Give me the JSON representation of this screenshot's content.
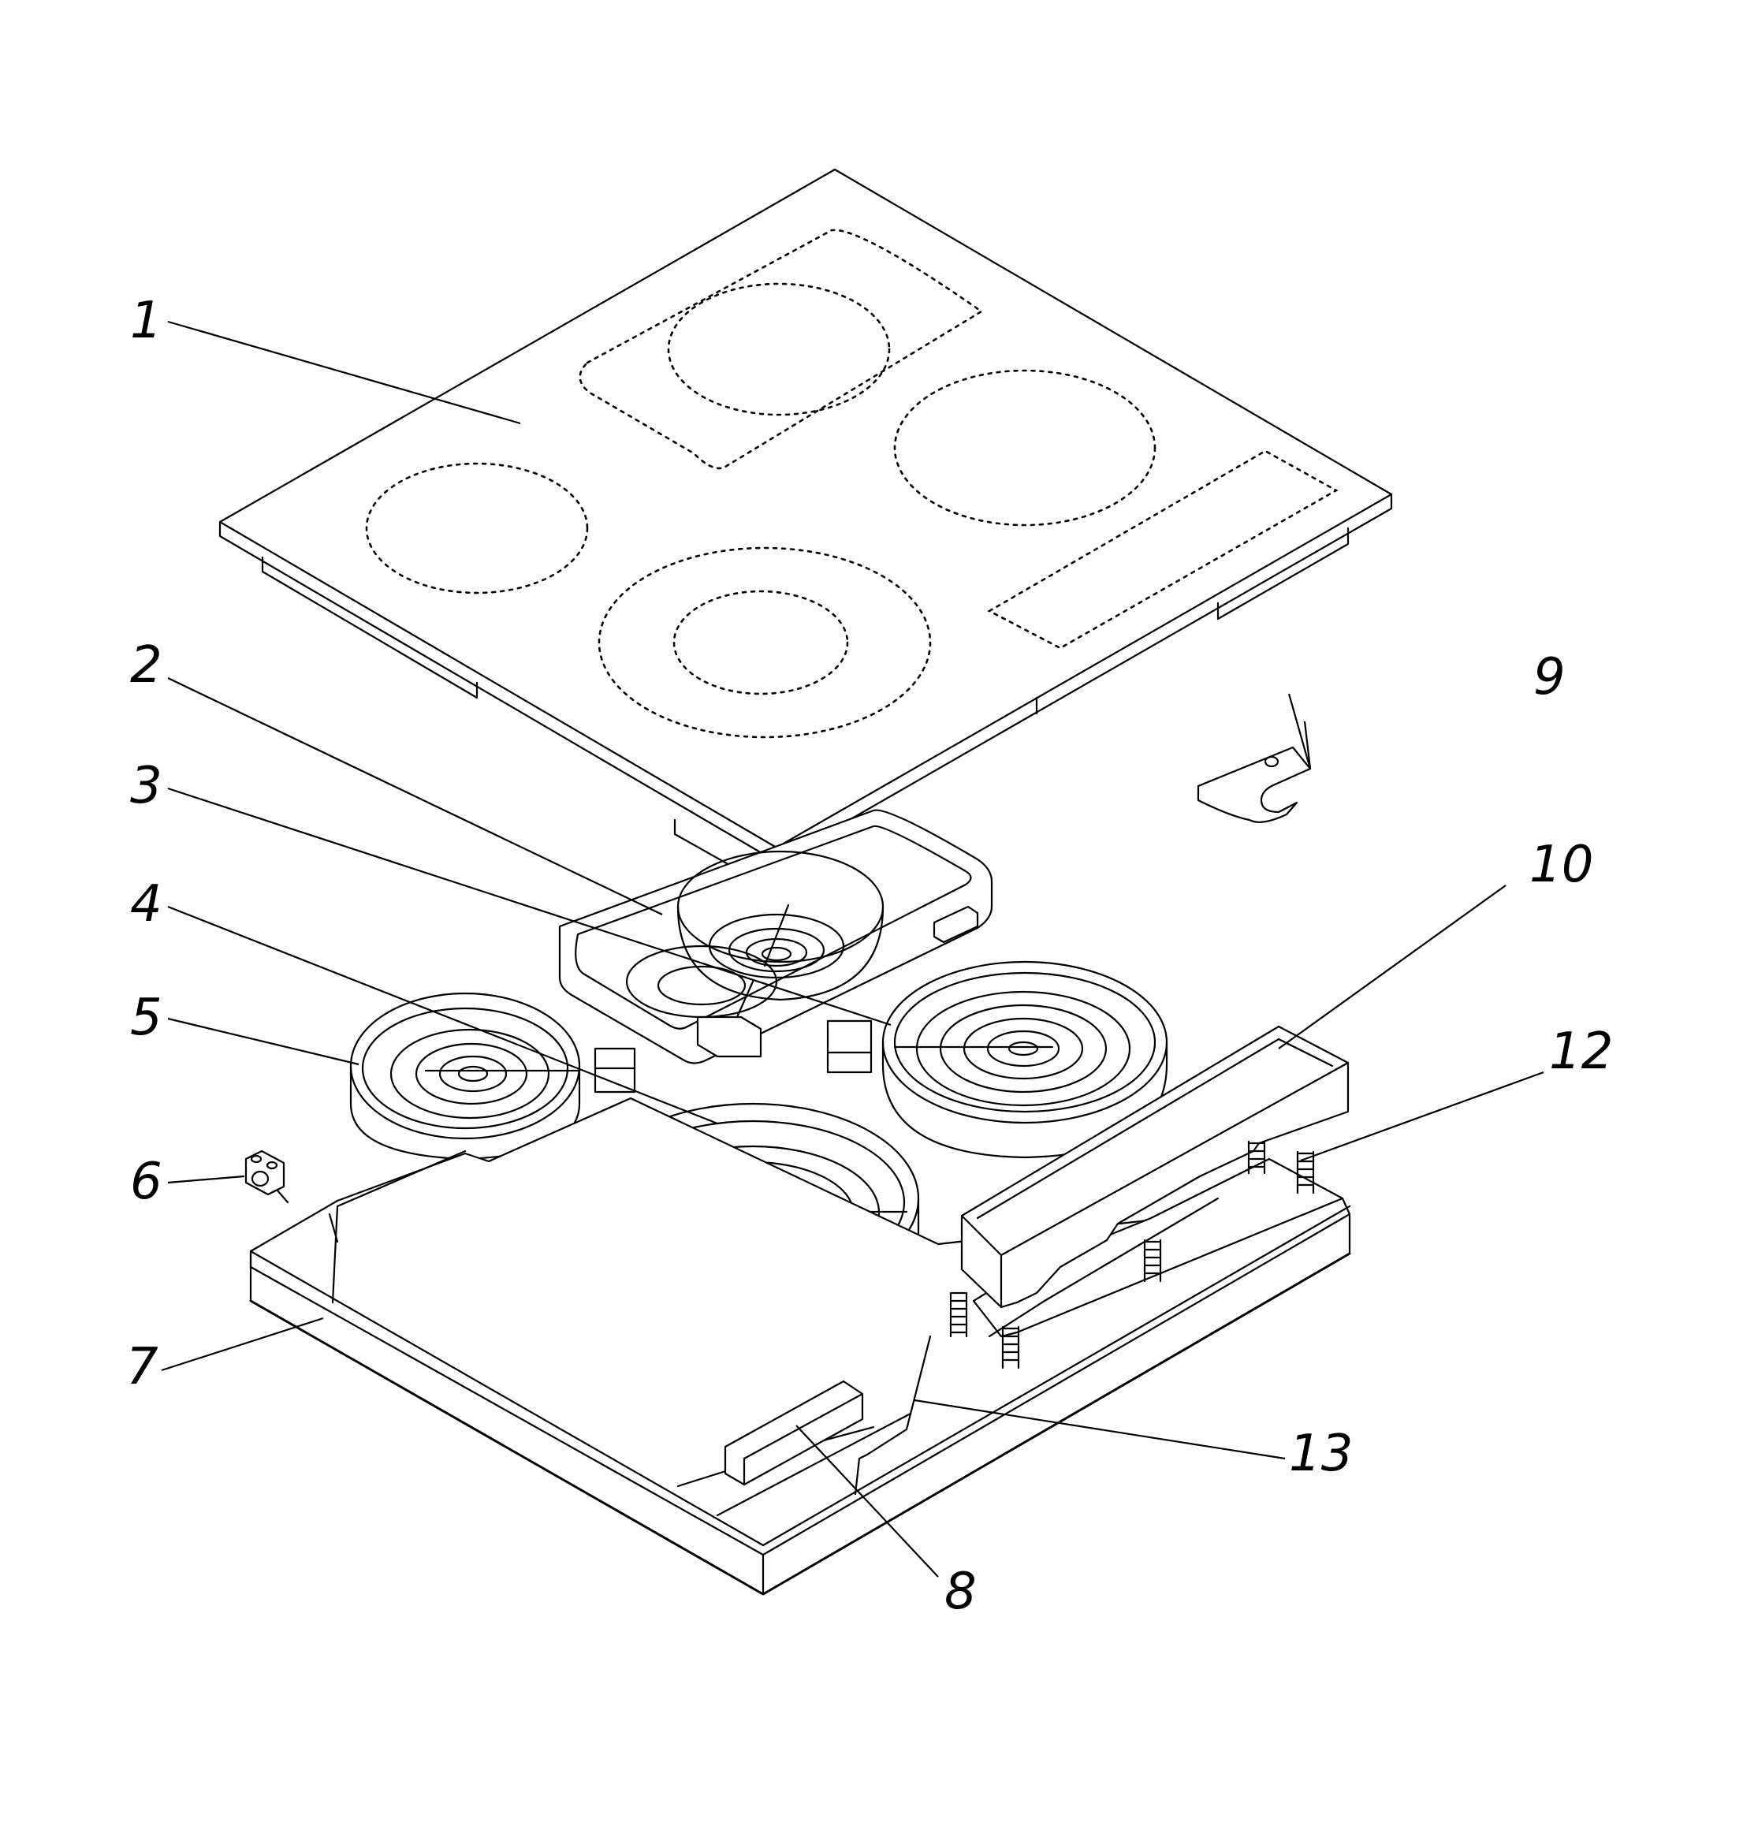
{
  "callouts": [
    {
      "id": "1",
      "label": "1"
    },
    {
      "id": "2",
      "label": "2"
    },
    {
      "id": "3",
      "label": "3"
    },
    {
      "id": "4",
      "label": "4"
    },
    {
      "id": "5",
      "label": "5"
    },
    {
      "id": "6",
      "label": "6"
    },
    {
      "id": "7",
      "label": "7"
    },
    {
      "id": "8",
      "label": "8"
    },
    {
      "id": "9",
      "label": "9"
    },
    {
      "id": "10",
      "label": "10"
    },
    {
      "id": "12",
      "label": "12"
    },
    {
      "id": "13",
      "label": "13"
    }
  ]
}
